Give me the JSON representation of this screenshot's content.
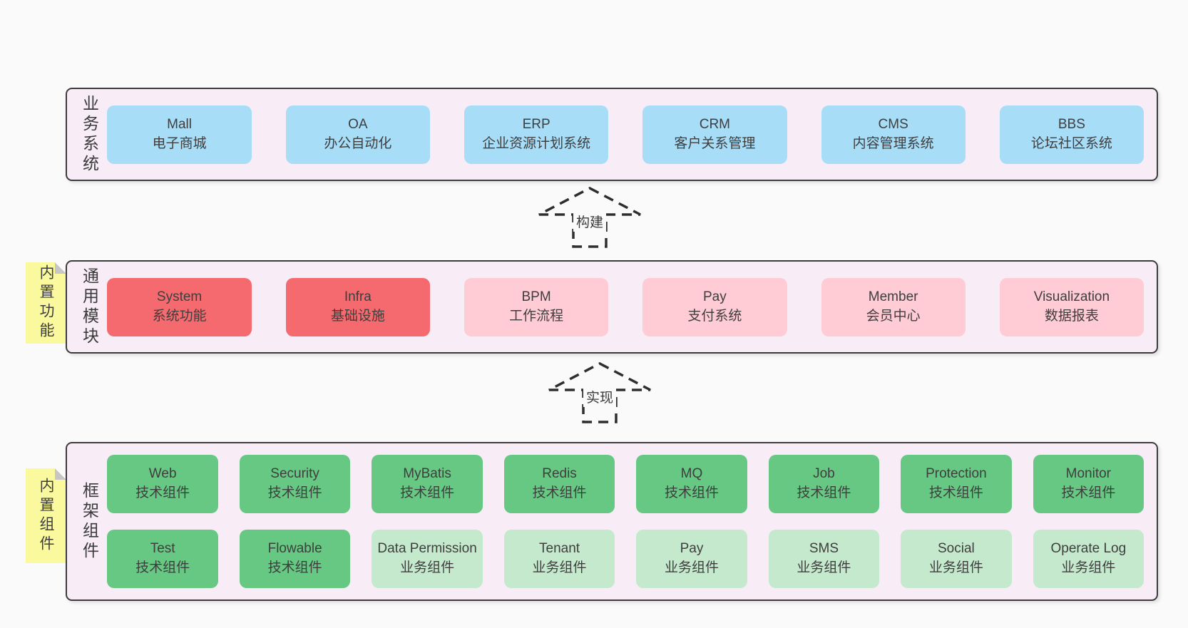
{
  "colors": {
    "pageBg": "#fafafa",
    "panelBg": "#f8edf6",
    "panelBorder": "#3c3c3c",
    "blue": "#a8ddf8",
    "red": "#f56a6e",
    "pink": "#ffccd5",
    "green": "#66c882",
    "greenLight": "#c5e9cd",
    "sticky": "#fbf99d",
    "text": "#3c3c3c"
  },
  "arrows": [
    {
      "label": "构建"
    },
    {
      "label": "实现"
    }
  ],
  "panels": [
    {
      "id": "business",
      "label": "业务系统",
      "cards": [
        {
          "title": "Mall",
          "subtitle": "电子商城",
          "variant": "blue"
        },
        {
          "title": "OA",
          "subtitle": "办公自动化",
          "variant": "blue"
        },
        {
          "title": "ERP",
          "subtitle": "企业资源计划系统",
          "variant": "blue"
        },
        {
          "title": "CRM",
          "subtitle": "客户关系管理",
          "variant": "blue"
        },
        {
          "title": "CMS",
          "subtitle": "内容管理系统",
          "variant": "blue"
        },
        {
          "title": "BBS",
          "subtitle": "论坛社区系统",
          "variant": "blue"
        }
      ]
    },
    {
      "id": "modules",
      "label": "通用模块",
      "sticky": "内置功能",
      "cards": [
        {
          "title": "System",
          "subtitle": "系统功能",
          "variant": "red"
        },
        {
          "title": "Infra",
          "subtitle": "基础设施",
          "variant": "red"
        },
        {
          "title": "BPM",
          "subtitle": "工作流程",
          "variant": "pink"
        },
        {
          "title": "Pay",
          "subtitle": "支付系统",
          "variant": "pink"
        },
        {
          "title": "Member",
          "subtitle": "会员中心",
          "variant": "pink"
        },
        {
          "title": "Visualization",
          "subtitle": "数据报表",
          "variant": "pink"
        }
      ]
    },
    {
      "id": "framework",
      "label": "框架组件",
      "sticky": "内置组件",
      "rows": [
        [
          {
            "title": "Web",
            "subtitle": "技术组件",
            "variant": "green"
          },
          {
            "title": "Security",
            "subtitle": "技术组件",
            "variant": "green"
          },
          {
            "title": "MyBatis",
            "subtitle": "技术组件",
            "variant": "green"
          },
          {
            "title": "Redis",
            "subtitle": "技术组件",
            "variant": "green"
          },
          {
            "title": "MQ",
            "subtitle": "技术组件",
            "variant": "green"
          },
          {
            "title": "Job",
            "subtitle": "技术组件",
            "variant": "green"
          },
          {
            "title": "Protection",
            "subtitle": "技术组件",
            "variant": "green"
          },
          {
            "title": "Monitor",
            "subtitle": "技术组件",
            "variant": "green"
          }
        ],
        [
          {
            "title": "Test",
            "subtitle": "技术组件",
            "variant": "green"
          },
          {
            "title": "Flowable",
            "subtitle": "技术组件",
            "variant": "green"
          },
          {
            "title": "Data Permission",
            "subtitle": "业务组件",
            "variant": "greenlight"
          },
          {
            "title": "Tenant",
            "subtitle": "业务组件",
            "variant": "greenlight"
          },
          {
            "title": "Pay",
            "subtitle": "业务组件",
            "variant": "greenlight"
          },
          {
            "title": "SMS",
            "subtitle": "业务组件",
            "variant": "greenlight"
          },
          {
            "title": "Social",
            "subtitle": "业务组件",
            "variant": "greenlight"
          },
          {
            "title": "Operate Log",
            "subtitle": "业务组件",
            "variant": "greenlight"
          }
        ]
      ]
    }
  ]
}
